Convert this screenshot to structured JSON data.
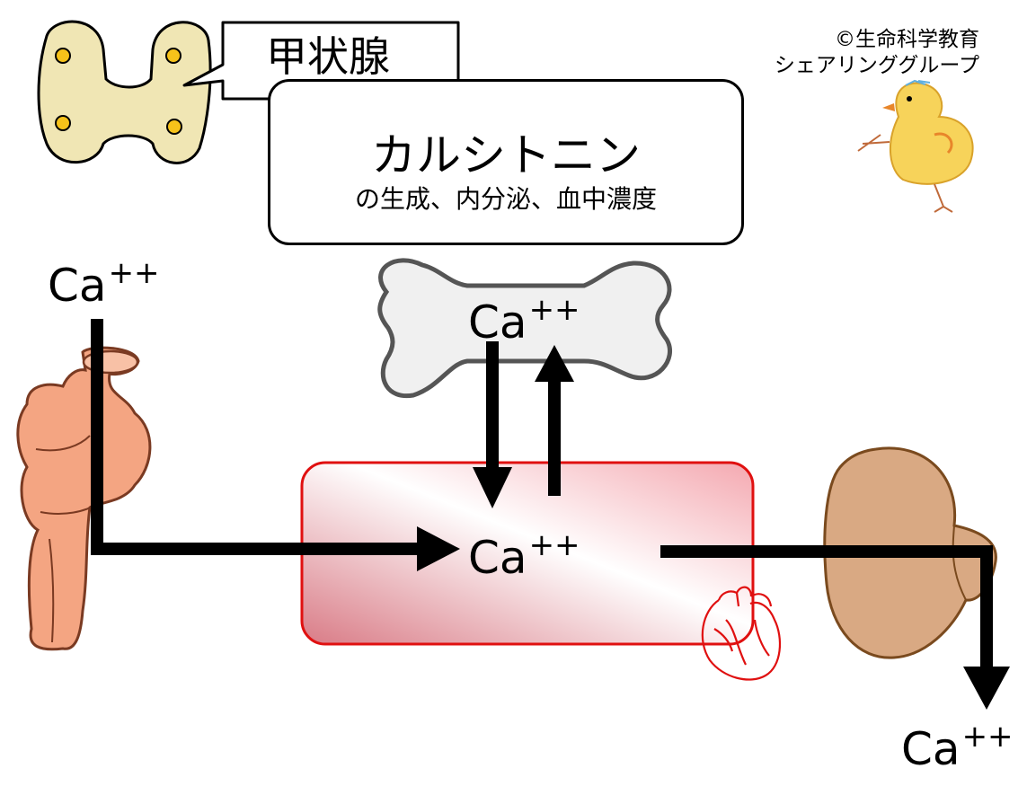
{
  "diagram": {
    "thyroid_label": "甲状腺",
    "hormone": {
      "name": "カルシトニン",
      "detail": "の生成、内分泌、血中濃度"
    },
    "ion": {
      "symbol": "Ca",
      "charge": "++"
    },
    "copyright": {
      "line1": "©生命科学教育",
      "line2": "シェアリンググループ"
    }
  },
  "colors": {
    "thyroid_fill": "#f0e6b4",
    "thyroid_dots": "#f6c21a",
    "intestine_fill": "#f4a582",
    "kidney_fill": "#d9a983",
    "blood_box_border": "#e01010",
    "blood_box_fill": "#e79aa0",
    "heart_stroke": "#e01010",
    "bone_fill": "#f0f0f0",
    "chick_fill": "#f7d35a",
    "arrow": "#000000"
  }
}
